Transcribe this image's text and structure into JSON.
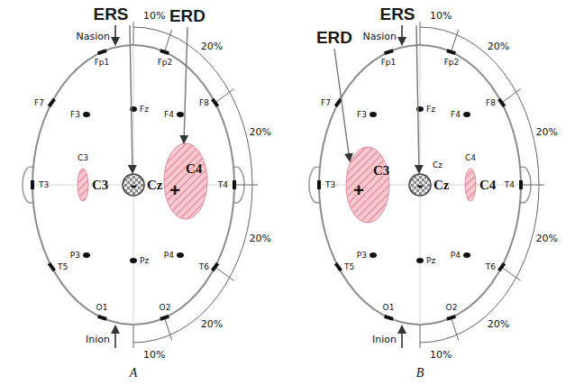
{
  "diagram": {
    "labels": [
      "ERS",
      "ERD",
      "Nasion",
      "10%",
      "20%",
      "20%",
      "20%",
      "20%",
      "10%",
      "Inion",
      "Fp1",
      "Fp2",
      "F7",
      "F3",
      "Fz",
      "F4",
      "F8",
      "T3",
      "C3",
      "T4",
      "T5",
      "P3",
      "Pz",
      "P4",
      "T6",
      "O1",
      "O2",
      "C3",
      "Cz",
      "C4",
      "+",
      "-",
      "A",
      "ERS",
      "ERD",
      "Nasion",
      "10%",
      "20%",
      "20%",
      "20%",
      "20%",
      "10%",
      "Inion",
      "Fp1",
      "Fp2",
      "F7",
      "F3",
      "Fz",
      "F4",
      "F8",
      "T3",
      "Cz",
      "C4",
      "T4",
      "T5",
      "P3",
      "Pz",
      "P4",
      "T6",
      "O1",
      "O2",
      "C3",
      "Cz",
      "C4",
      "+",
      "-",
      "B"
    ]
  }
}
